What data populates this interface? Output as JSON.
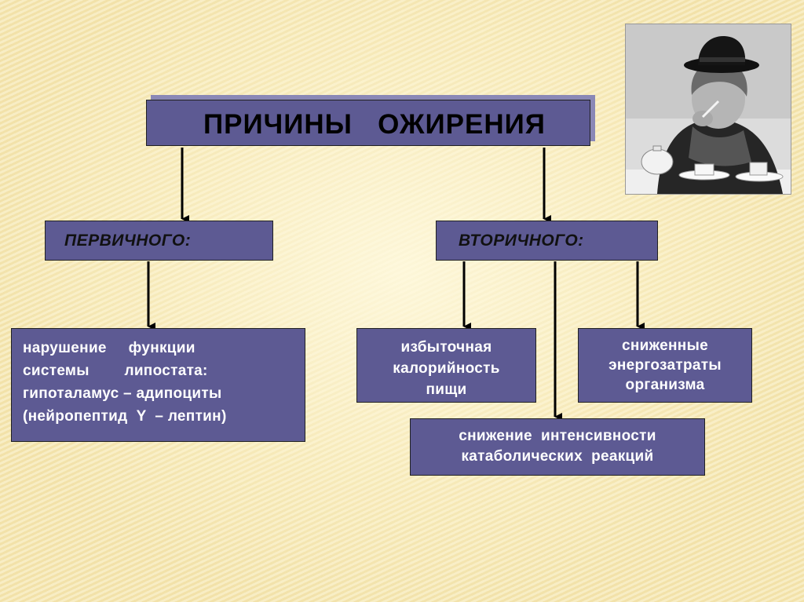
{
  "diagram": {
    "title": "ПРИЧИНЫ   ОЖИРЕНИЯ",
    "branches": {
      "primary": {
        "label": "ПЕРВИЧНОГО:"
      },
      "secondary": {
        "label": "ВТОРИЧНОГО:"
      }
    },
    "leaves": {
      "primary": "нарушение     функции\nсистемы        липостата:\nгипоталамус – адипоциты\n(нейропептид  Y  – лептин)",
      "calorie": "избыточная\nкалорийность\nпищи",
      "energy": "сниженные\nэнергозатраты\nорганизма",
      "catabolism": "снижение  интенсивности\nкатаболических  реакций"
    }
  },
  "colors": {
    "box_fill": "#5d5a93",
    "box_shadow": "#8a88b6",
    "background": "#f6e8b4"
  },
  "photo": {
    "icon": "person-eating-photo"
  }
}
